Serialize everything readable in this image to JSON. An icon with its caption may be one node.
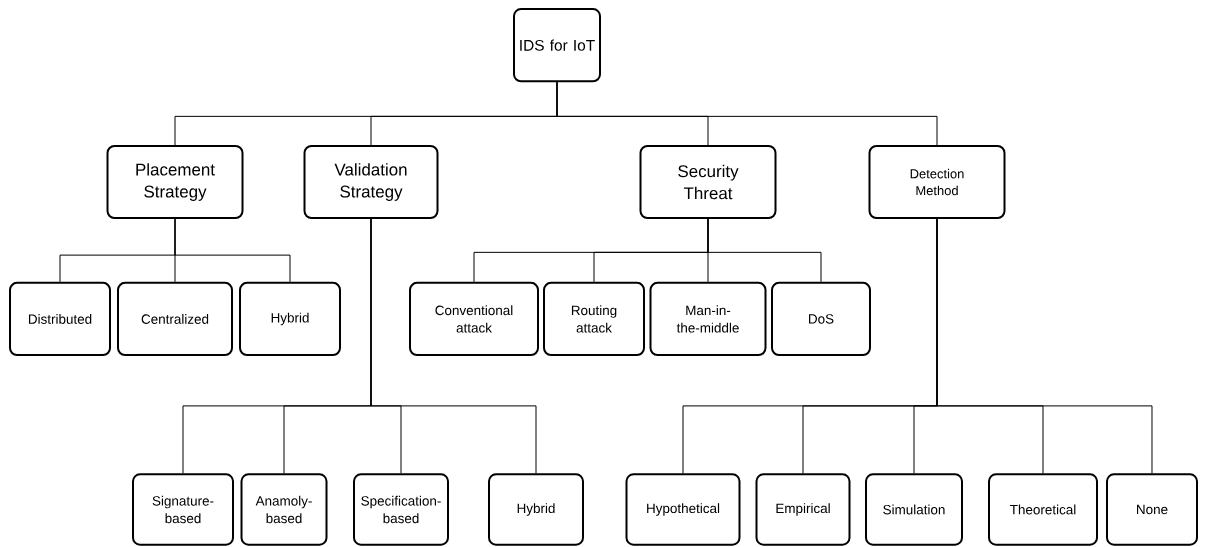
{
  "diagram": {
    "nodes": [
      {
        "text": [
          "IDS for IoT"
        ]
      },
      {
        "text": [
          "Placement Strategy"
        ]
      },
      {
        "text": [
          "Validation Strategy"
        ]
      },
      {
        "text": [
          "Security Threat"
        ]
      },
      {
        "text": [
          "Detection Method"
        ]
      },
      {
        "text": [
          "Distributed"
        ]
      },
      {
        "text": [
          "Centralized"
        ]
      },
      {
        "text": [
          "Hybrid"
        ]
      },
      {
        "text": [
          "Conventional attack"
        ]
      },
      {
        "text": [
          "Routing attack"
        ]
      },
      {
        "text": [
          "Man-in-the-middle"
        ]
      },
      {
        "text": [
          "DoS"
        ]
      },
      {
        "text": [
          "Signature-based"
        ]
      },
      {
        "text": [
          "Anamoly-based"
        ]
      },
      {
        "text": [
          "Specification-based"
        ]
      },
      {
        "text": [
          "Hybrid"
        ]
      },
      {
        "text": [
          "Hypothetical"
        ]
      },
      {
        "text": [
          "Empirical"
        ]
      },
      {
        "text": [
          "Simulation"
        ]
      },
      {
        "text": [
          "Theoretical"
        ]
      },
      {
        "text": [
          "None"
        ]
      }
    ],
    "edges": [
      {
        "from": 0,
        "to": 1,
        "arrow": "none"
      },
      {
        "from": 0,
        "to": 2,
        "arrow": "none"
      },
      {
        "from": 0,
        "to": 3,
        "arrow": "none"
      },
      {
        "from": 0,
        "to": 4,
        "arrow": "none"
      },
      {
        "from": 1,
        "to": 5,
        "arrow": "none"
      },
      {
        "from": 1,
        "to": 6,
        "arrow": "none"
      },
      {
        "from": 1,
        "to": 7,
        "arrow": "none"
      },
      {
        "from": 3,
        "to": 8,
        "arrow": "none"
      },
      {
        "from": 3,
        "to": 9,
        "arrow": "none"
      },
      {
        "from": 3,
        "to": 10,
        "arrow": "none"
      },
      {
        "from": 3,
        "to": 11,
        "arrow": "none"
      },
      {
        "from": 2,
        "to": 12,
        "arrow": "none"
      },
      {
        "from": 2,
        "to": 13,
        "arrow": "none"
      },
      {
        "from": 2,
        "to": 14,
        "arrow": "none"
      },
      {
        "from": 2,
        "to": 15,
        "arrow": "none"
      },
      {
        "from": 4,
        "to": 16,
        "arrow": "none"
      },
      {
        "from": 4,
        "to": 17,
        "arrow": "none"
      },
      {
        "from": 4,
        "to": 18,
        "arrow": "none"
      },
      {
        "from": 4,
        "to": 19,
        "arrow": "none"
      },
      {
        "from": 4,
        "to": 20,
        "arrow": "none"
      }
    ]
  }
}
